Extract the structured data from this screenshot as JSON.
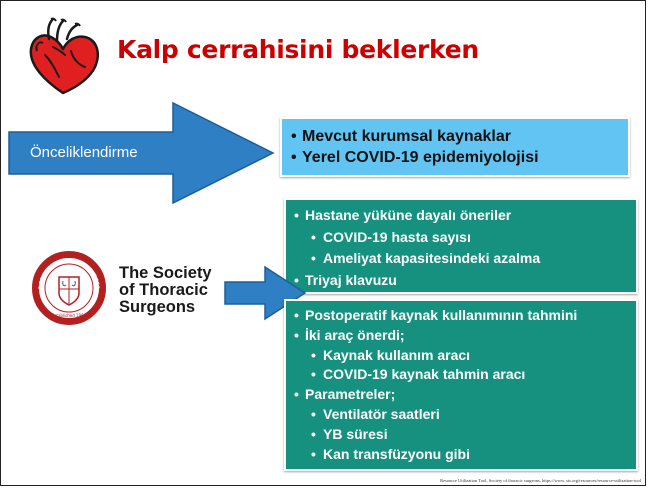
{
  "title": "Kalp cerrahisini beklerken",
  "arrow_label": "Önceliklendirme",
  "priority_box": {
    "items": [
      "Mevcut kurumsal kaynaklar",
      "Yerel COVID-19 epidemiyolojisi"
    ]
  },
  "box_top": {
    "items": [
      {
        "level": 1,
        "text": "Hastane yüküne dayalı öneriler"
      },
      {
        "level": 2,
        "text": "COVID-19 hasta sayısı"
      },
      {
        "level": 2,
        "text": "Ameliyat kapasitesindeki azalma"
      },
      {
        "level": 1,
        "text": "Triyaj klavuzu"
      }
    ]
  },
  "box_bottom": {
    "items": [
      {
        "level": 1,
        "text": "Postoperatif kaynak kullanımının tahmini"
      },
      {
        "level": 1,
        "text": "İki araç önerdi;"
      },
      {
        "level": 2,
        "text": "Kaynak kullanım aracı"
      },
      {
        "level": 2,
        "text": "COVID-19 kaynak tahmin aracı"
      },
      {
        "level": 1,
        "text": "Parametreler;"
      },
      {
        "level": 2,
        "text": "Ventilatör saatleri"
      },
      {
        "level": 2,
        "text": "YB süresi"
      },
      {
        "level": 2,
        "text": "Kan transfüzyonu gibi"
      }
    ]
  },
  "sts_logo": {
    "line1": "The Society",
    "line2": "of Thoracic",
    "line3": "Surgeons",
    "seal_top_text": "THE SOCIETY OF THORACIC SURGEONS",
    "seal_bottom_text": "Established 1964"
  },
  "footer": "Resource Utilization Tool, Society of thoracic surgeons, https://www. sts.org/resources/resource-utilization-tool",
  "colors": {
    "title_red": "#cc0000",
    "arrow_blue": "#2f7fc4",
    "box_blue": "#62c4f2",
    "box_teal": "#16917f"
  }
}
